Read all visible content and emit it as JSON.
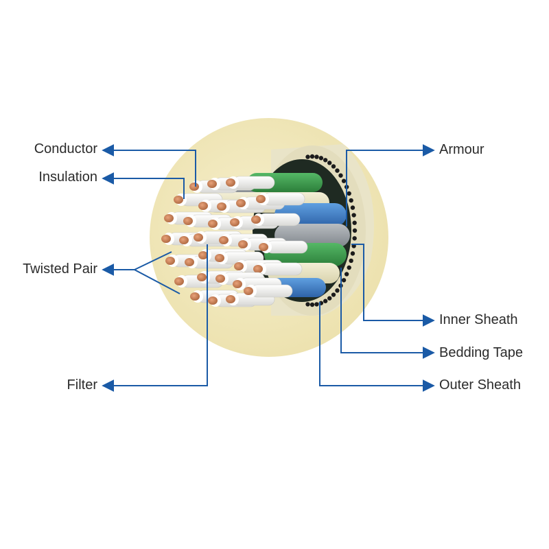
{
  "labels": {
    "conductor": "Conductor",
    "insulation": "Insulation",
    "twisted_pair": "Twisted Pair",
    "filter": "Filter",
    "armour": "Armour",
    "inner_sheath": "Inner Sheath",
    "bedding_tape": "Bedding Tape",
    "outer_sheath": "Outer Sheath"
  },
  "colors": {
    "leader_line": "#1a5aa6",
    "outer_sheath": "#f1e8bd",
    "inner_sheath": "#e9e4c8",
    "copper": "#c9845a",
    "insulation": "#f4f4f2",
    "green_core": "#3a9a4a",
    "blue_core": "#3f7fc8",
    "grey_core": "#9aa0a6",
    "text": "#2b2b2b"
  }
}
